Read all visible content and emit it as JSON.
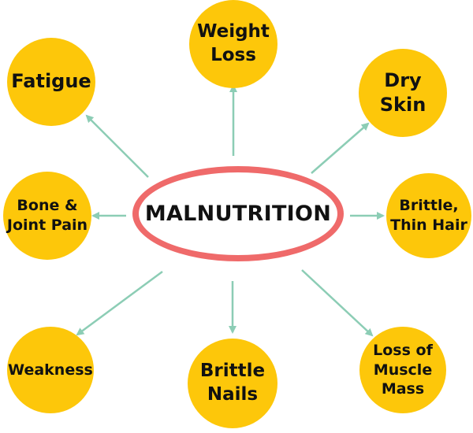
{
  "center": {
    "label": "MALNUTRITION",
    "border_color": "#ef6a6a"
  },
  "colors": {
    "node_fill": "#fdc70a",
    "arrow": "#8ccdb5",
    "text": "#111111"
  },
  "symptoms": [
    {
      "id": "weight-loss",
      "label": "Weight\nLoss"
    },
    {
      "id": "fatigue",
      "label": "Fatigue"
    },
    {
      "id": "dry-skin",
      "label": "Dry\nSkin"
    },
    {
      "id": "bone-joint-pain",
      "label": "Bone &\nJoint Pain"
    },
    {
      "id": "brittle-thin-hair",
      "label": "Brittle,\nThin Hair"
    },
    {
      "id": "weakness",
      "label": "Weakness"
    },
    {
      "id": "brittle-nails",
      "label": "Brittle\nNails"
    },
    {
      "id": "loss-of-muscle-mass",
      "label": "Loss of\nMuscle\nMass"
    }
  ]
}
